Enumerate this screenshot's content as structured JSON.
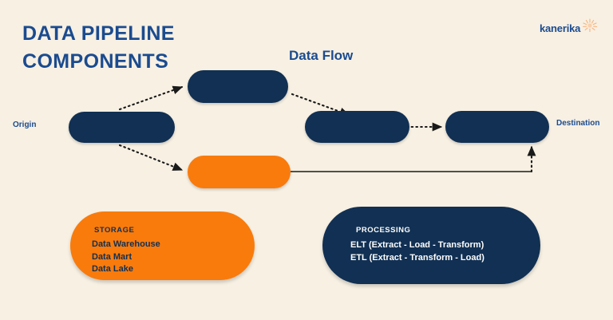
{
  "theme": {
    "background": "#f7f0e3",
    "navy": "#113053",
    "orange": "#f97b0c",
    "title_blue": "#1b4b8f",
    "white": "#ffffff"
  },
  "header": {
    "title_line1": "DATA PIPELINE",
    "title_line2": "COMPONENTS"
  },
  "brand": {
    "name": "kanerika",
    "mark": "sunburst-icon"
  },
  "diagram": {
    "flow_label": "Data Flow",
    "origin_label": "Origin",
    "destination_label": "Destination",
    "nodes": [
      {
        "id": "origin",
        "label": "",
        "color": "#113053"
      },
      {
        "id": "transform",
        "label": "",
        "color": "#113053"
      },
      {
        "id": "storage-node",
        "label": "",
        "color": "#f97b0c"
      },
      {
        "id": "stage",
        "label": "",
        "color": "#113053"
      },
      {
        "id": "destination",
        "label": "",
        "color": "#113053"
      }
    ],
    "connectors": [
      {
        "from": "origin",
        "to": "transform",
        "style": "dotted",
        "arrow": true
      },
      {
        "from": "origin",
        "to": "storage-node",
        "style": "dotted",
        "arrow": true
      },
      {
        "from": "transform",
        "to": "stage",
        "style": "dotted",
        "arrow": true
      },
      {
        "from": "stage",
        "to": "destination",
        "style": "dotted",
        "arrow": true
      },
      {
        "from": "storage-node",
        "to": "destination",
        "style": "solid-elbow",
        "arrow": true
      }
    ]
  },
  "storage_box": {
    "heading": "STORAGE",
    "items": [
      "Data Warehouse",
      "Data Mart",
      "Data Lake"
    ]
  },
  "processing_box": {
    "heading": "PROCESSING",
    "items": [
      "ELT (Extract - Load - Transform)",
      "ETL (Extract - Transform - Load)"
    ]
  }
}
